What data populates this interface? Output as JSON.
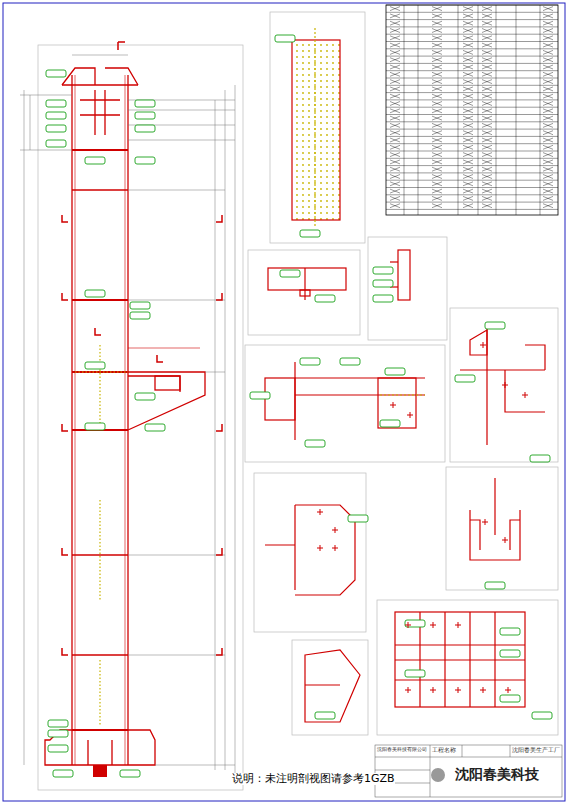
{
  "diagram": {
    "labels": [
      "说明：未注明剖视图请参考1GZB",
      "沈阳春美科技",
      "沈阳春美科技有限公司",
      "工程名称",
      "沈阳春美生产工厂"
    ]
  }
}
